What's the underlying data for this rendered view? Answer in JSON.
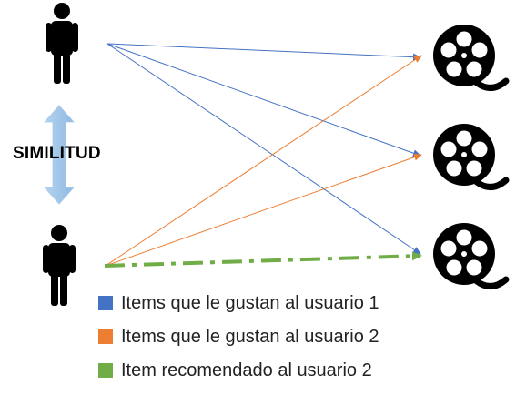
{
  "similarity": {
    "label": "SIMILITUD"
  },
  "users": [
    {
      "id": "usuario-1",
      "icon": "person-icon"
    },
    {
      "id": "usuario-2",
      "icon": "person-icon"
    }
  ],
  "items": [
    {
      "id": "item-1",
      "icon": "film-reel-icon"
    },
    {
      "id": "item-2",
      "icon": "film-reel-icon"
    },
    {
      "id": "item-3",
      "icon": "film-reel-icon"
    }
  ],
  "legend": [
    {
      "label": "Items que le gustan al usuario 1",
      "color": "#4472c4"
    },
    {
      "label": "Items que le gustan al usuario 2",
      "color": "#ed7d31"
    },
    {
      "label": "Item recomendado al usuario 2",
      "color": "#70ad47"
    }
  ],
  "colors": {
    "icon": "#000000",
    "similarity_arrow": "#9dc3e6",
    "likes_user_1": "#4472c4",
    "likes_user_2": "#ed7d31",
    "recommended": "#70ad47"
  }
}
